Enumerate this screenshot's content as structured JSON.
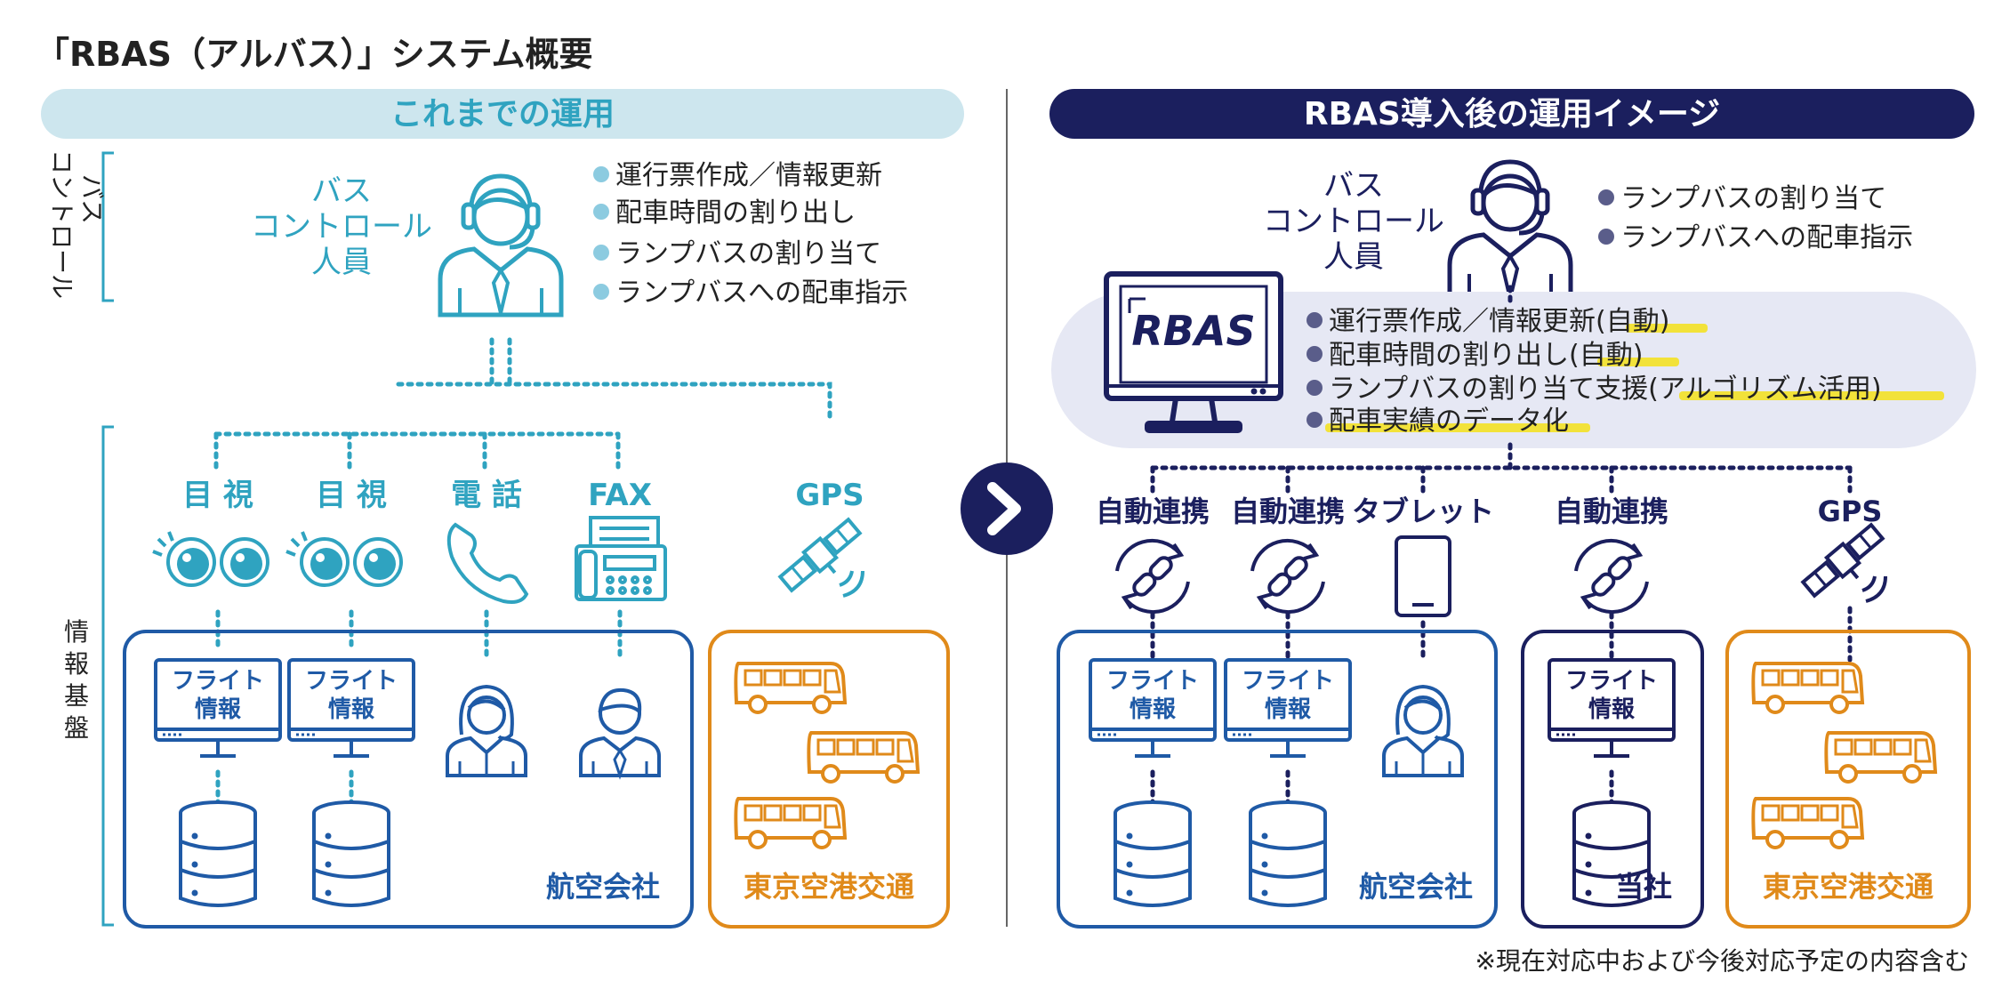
{
  "title": "「RBAS（アルバス）」システム概要",
  "footnote": "※現在対応中および今後対応予定の内容含む",
  "colors": {
    "teal": "#2fa3c0",
    "teal_light": "#cde6ee",
    "navy": "#1b1f5e",
    "blue": "#1f5aa6",
    "orange": "#e08a1a",
    "lavender": "#e6e8f4",
    "highlight": "#f2e23a",
    "bullet_teal": "#8ccbe0",
    "bullet_navy": "#5a5d8a"
  },
  "left": {
    "header": "これまでの運用",
    "side_label_control": [
      "バス",
      "コントロール"
    ],
    "side_label_info": "情報基盤",
    "person_label": [
      "バス",
      "コントロール",
      "人員"
    ],
    "tasks": [
      "運行票作成／情報更新",
      "配車時間の割り出し",
      "ランプバスの割り当て",
      "ランプバスへの配車指示"
    ],
    "channels": [
      "目 視",
      "目 視",
      "電 話",
      "FAX",
      "GPS"
    ],
    "monitor_label": [
      "フライト",
      "情報"
    ],
    "airline_label": "航空会社",
    "bus_company_label": "東京空港交通"
  },
  "right": {
    "header": "RBAS導入後の運用イメージ",
    "person_label": [
      "バス",
      "コントロール",
      "人員"
    ],
    "tasks": [
      "ランプバスの割り当て",
      "ランプバスへの配車指示"
    ],
    "rbas_logo": "RBAS",
    "rbas_tasks": [
      {
        "pre": "運行票作成／情報更新",
        "hl": "(自動)"
      },
      {
        "pre": "配車時間の割り出し",
        "hl": "(自動)"
      },
      {
        "pre": "ランプバスの割り当て支援",
        "hl": "(アルゴリズム活用)"
      },
      {
        "pre": "",
        "hl": "配車実績のデータ化"
      }
    ],
    "channels": [
      "自動連携",
      "自動連携",
      "タブレット",
      "自動連携",
      "GPS"
    ],
    "monitor_label": [
      "フライト",
      "情報"
    ],
    "airline_label": "航空会社",
    "own_company_label": "当社",
    "bus_company_label": "東京空港交通"
  }
}
